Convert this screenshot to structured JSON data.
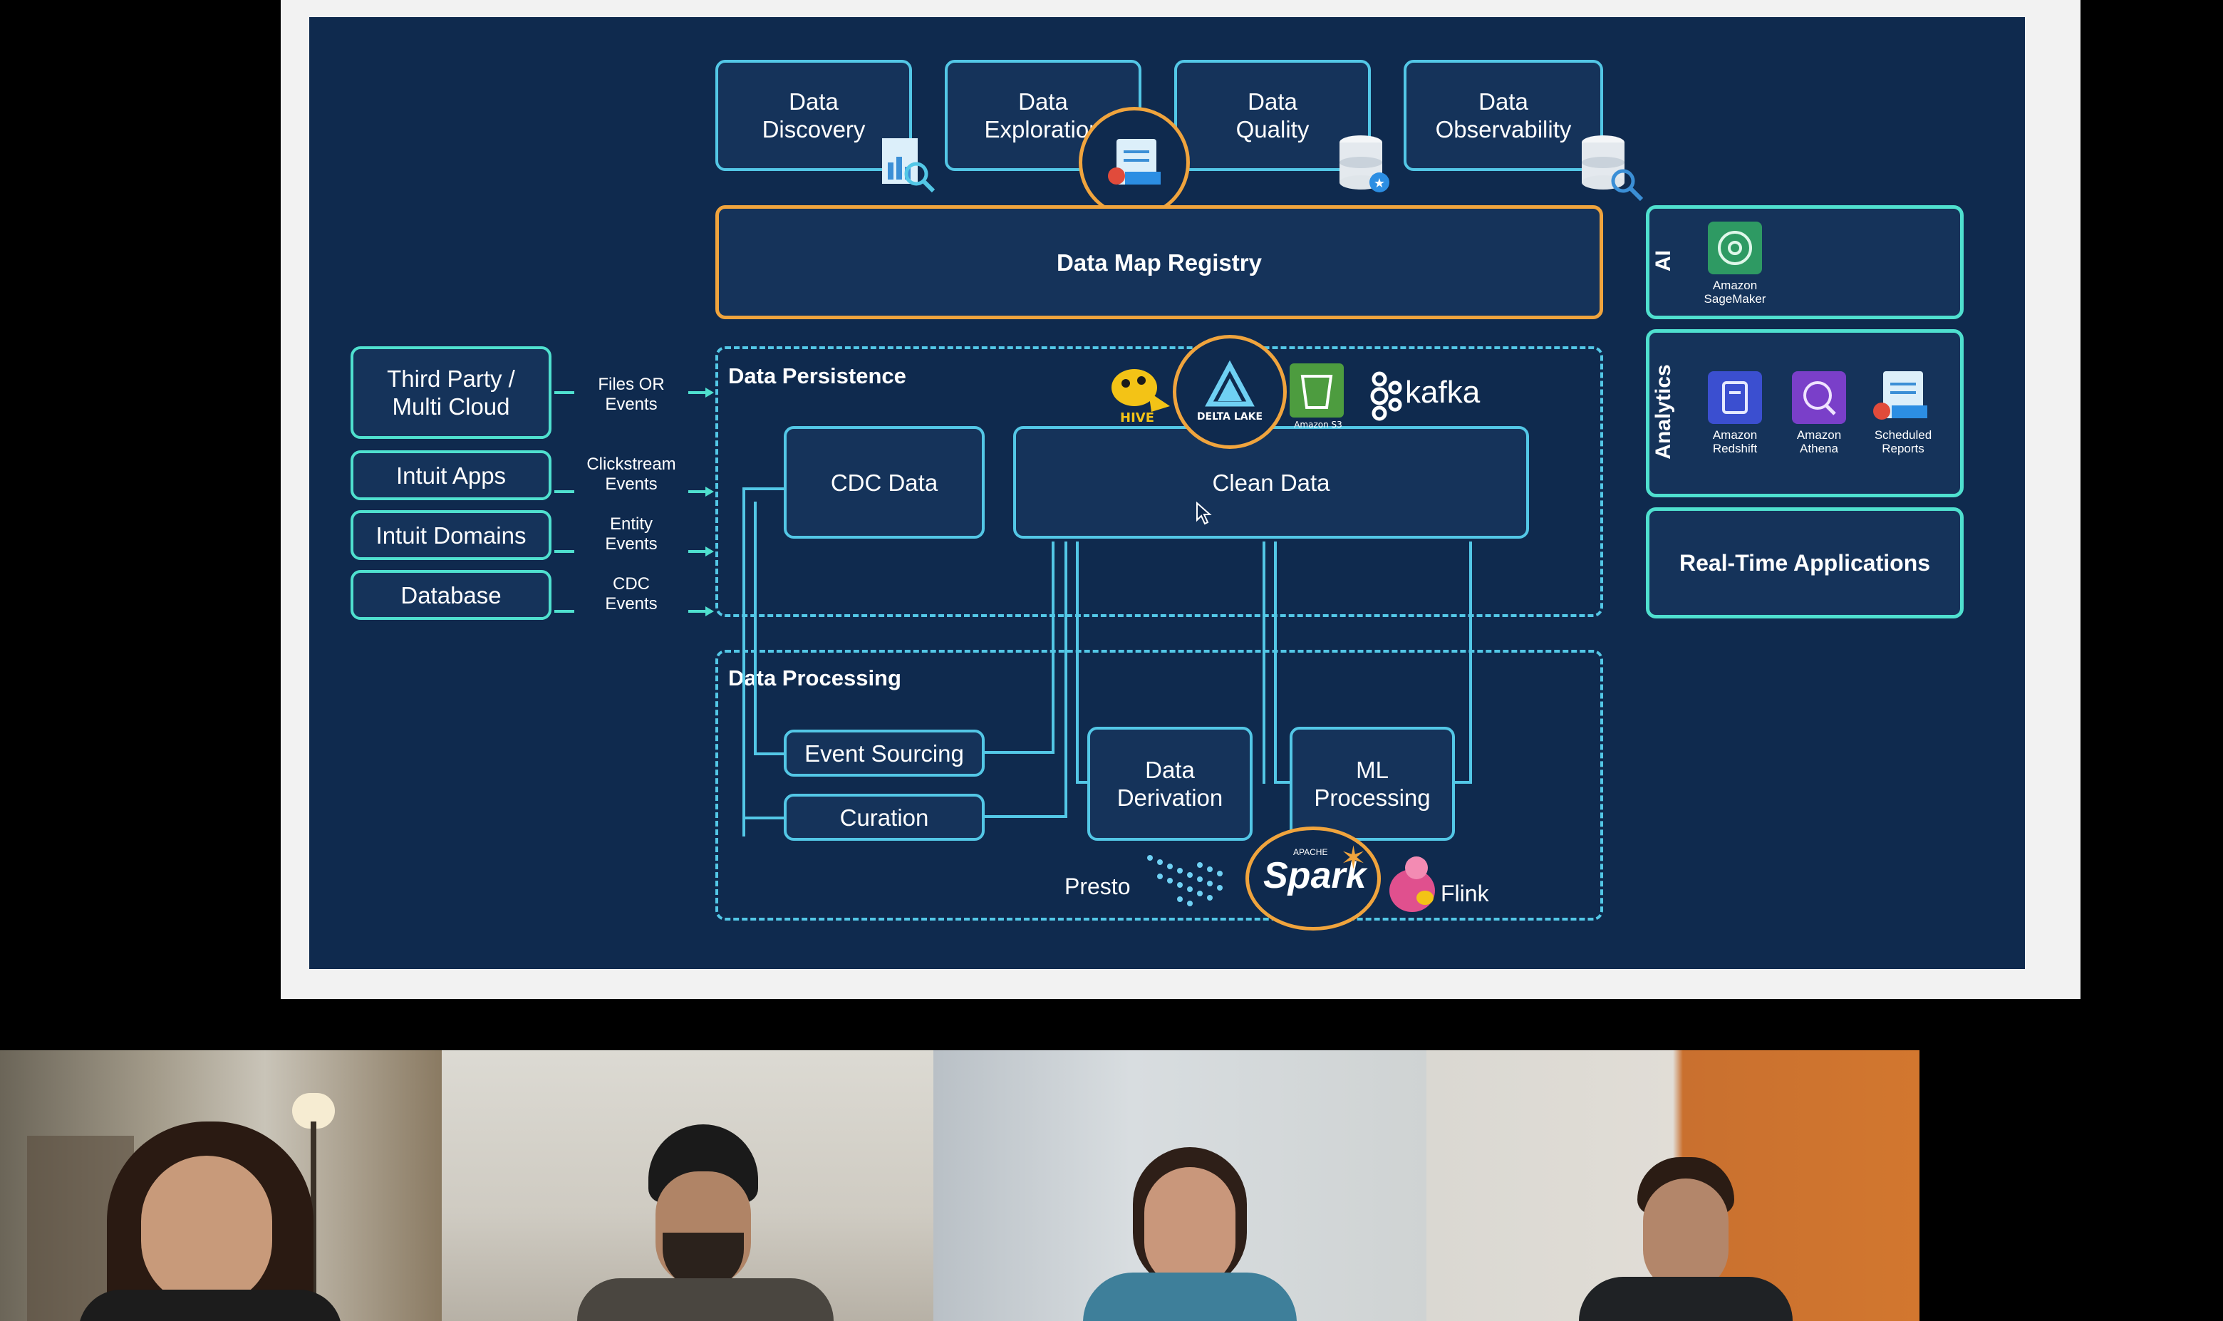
{
  "window": {
    "title": ""
  },
  "slide": {
    "top_tools": [
      "Data\nDiscovery",
      "Data\nExploration",
      "Data\nQuality",
      "Data\nObservability"
    ],
    "registry": "Data Map Registry",
    "sources": [
      {
        "label": "Third Party /\nMulti Cloud",
        "event": "Files OR\nEvents"
      },
      {
        "label": "Intuit Apps",
        "event": "Clickstream\nEvents"
      },
      {
        "label": "Intuit Domains",
        "event": "Entity\nEvents"
      },
      {
        "label": "Database",
        "event": "CDC\nEvents"
      }
    ],
    "persistence": {
      "title": "Data Persistence",
      "cdc": "CDC Data",
      "clean": "Clean Data",
      "tech": {
        "hive": "HIVE",
        "delta": "DELTA LAKE",
        "s3": "Amazon S3",
        "kafka": "kafka"
      }
    },
    "processing": {
      "title": "Data Processing",
      "event_sourcing": "Event Sourcing",
      "curation": "Curation",
      "derivation": "Data\nDerivation",
      "ml": "ML\nProcessing",
      "tech": {
        "presto": "Presto",
        "spark": "Spark",
        "spark_small": "APACHE",
        "flink": "Flink"
      }
    },
    "right": {
      "ai_label": "AI",
      "ai_items": [
        "Amazon\nSageMaker"
      ],
      "analytics_label": "Analytics",
      "analytics_items": [
        "Amazon\nRedshift",
        "Amazon\nAthena",
        "Scheduled\nReports"
      ],
      "realtime": "Real-Time Applications"
    }
  },
  "participants": [
    {
      "id": "participant-1"
    },
    {
      "id": "participant-2"
    },
    {
      "id": "participant-3"
    },
    {
      "id": "participant-4"
    }
  ],
  "colors": {
    "slide_bg": "#0f2a4e",
    "accent_blue": "#53c7e6",
    "accent_teal": "#4fe0cf",
    "highlight_orange": "#f0a43d"
  }
}
